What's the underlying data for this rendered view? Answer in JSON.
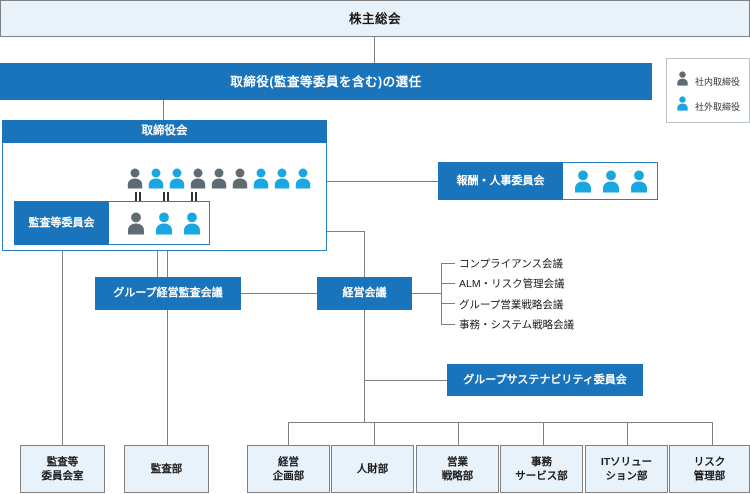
{
  "diagram": {
    "title_top": "株主総会",
    "election_bar": "取締役(監査等委員を含む)の選任",
    "board": {
      "header": "取締役会",
      "members": [
        {
          "type": "inside"
        },
        {
          "type": "outside"
        },
        {
          "type": "outside"
        },
        {
          "type": "inside"
        },
        {
          "type": "inside"
        },
        {
          "type": "inside"
        },
        {
          "type": "outside"
        },
        {
          "type": "outside"
        },
        {
          "type": "outside"
        }
      ]
    },
    "audit_committee": {
      "header": "監査等委員会",
      "members": [
        {
          "type": "inside"
        },
        {
          "type": "outside"
        },
        {
          "type": "outside"
        }
      ]
    },
    "compensation_committee": {
      "header": "報酬・人事委員会",
      "members": [
        {
          "type": "outside"
        },
        {
          "type": "outside"
        },
        {
          "type": "outside"
        }
      ]
    },
    "group_audit_meeting": "グループ経営監査会議",
    "management_meeting": "経営会議",
    "sustainability_committee": "グループサステナビリティ委員会",
    "conferences": [
      "コンプライアンス会議",
      "ALM・リスク管理会議",
      "グループ営業戦略会議",
      "事務・システム戦略会議"
    ],
    "departments": [
      {
        "line1": "監査等",
        "line2": "委員会室"
      },
      {
        "line1": "監査部",
        "line2": ""
      },
      {
        "line1": "経営",
        "line2": "企画部"
      },
      {
        "line1": "人財部",
        "line2": ""
      },
      {
        "line1": "営業",
        "line2": "戦略部"
      },
      {
        "line1": "事務",
        "line2": "サービス部"
      },
      {
        "line1": "ITソリュー",
        "line2": "ション部"
      },
      {
        "line1": "リスク",
        "line2": "管理部"
      }
    ]
  },
  "legend": {
    "items": [
      {
        "label": "社内取締役",
        "icon": "person-icon",
        "type": "inside"
      },
      {
        "label": "社外取締役",
        "icon": "person-icon",
        "type": "outside"
      }
    ]
  },
  "colors": {
    "primary_blue": "#1a74bb",
    "outside_blue": "#18a7e0",
    "inside_gray": "#5f6b73",
    "pale_fill": "#e8f2fa",
    "line_gray": "#808080",
    "border_blue": "#2a7fc0"
  }
}
